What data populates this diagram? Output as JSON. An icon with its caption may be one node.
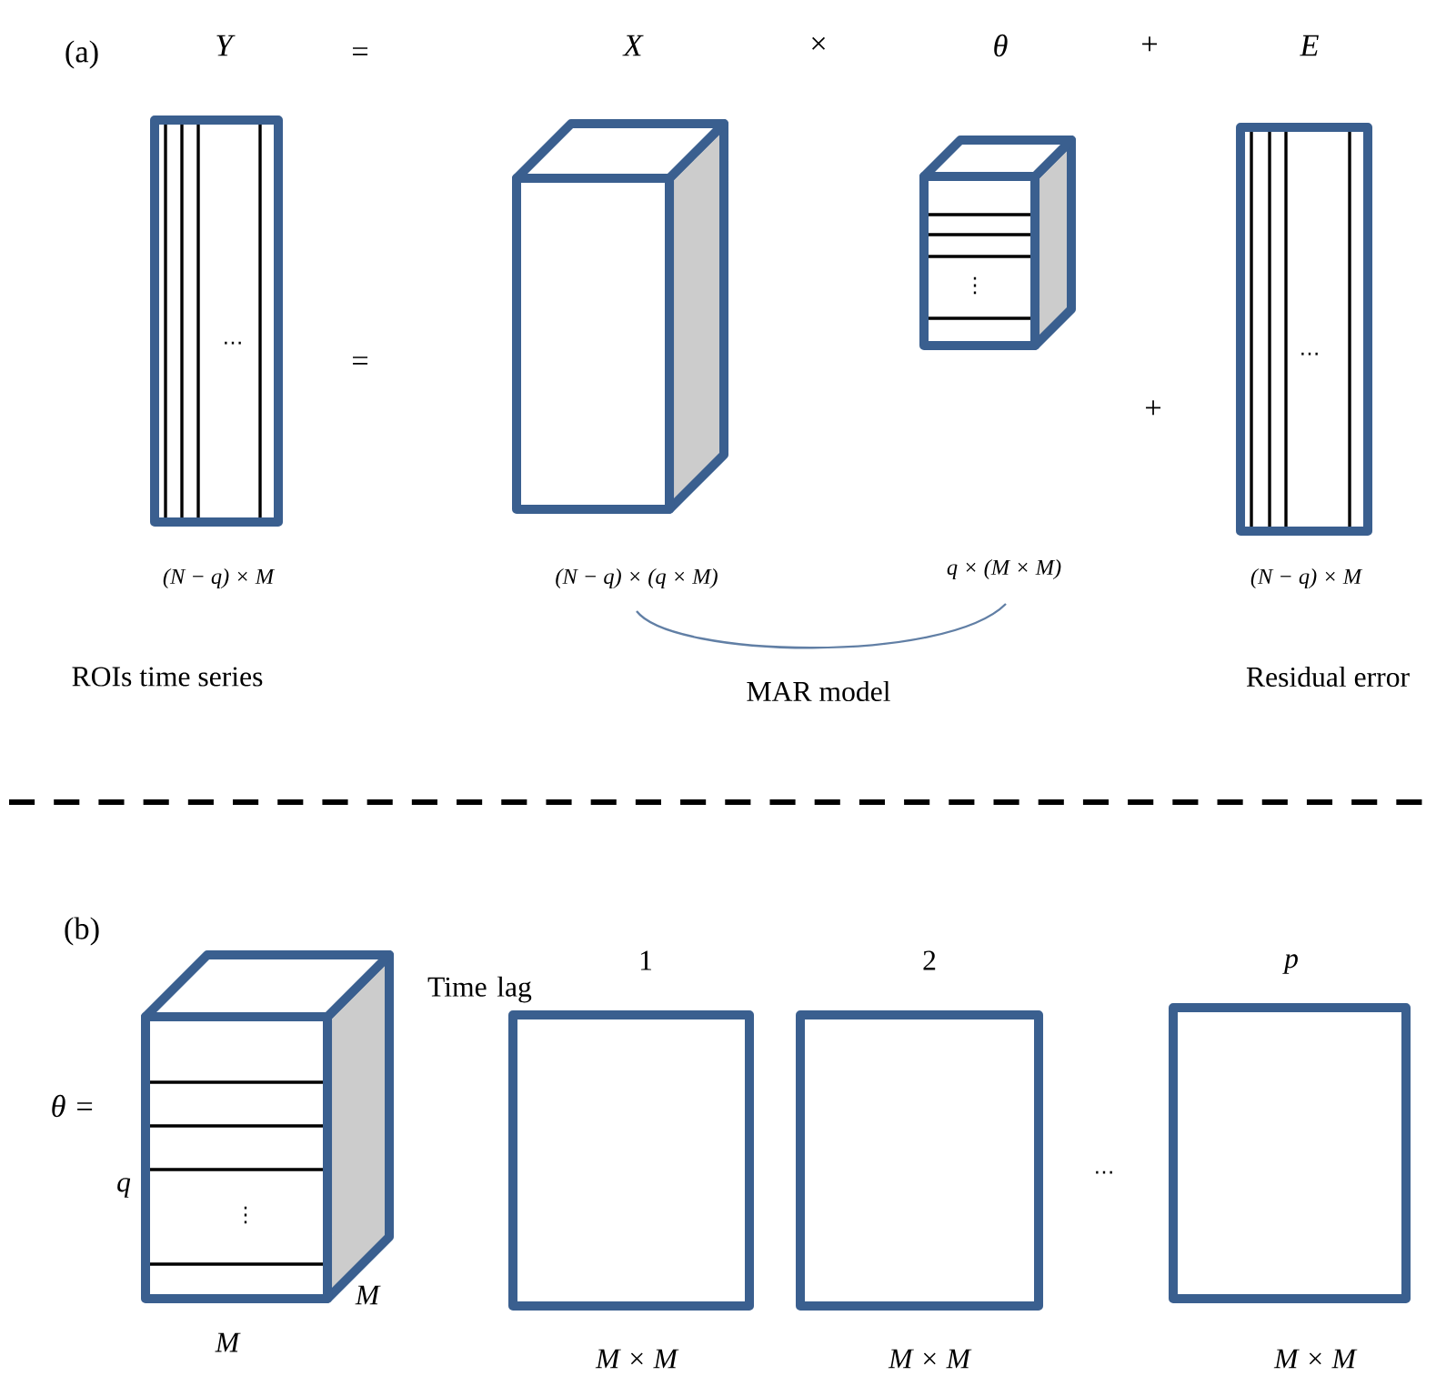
{
  "diagram": {
    "nodes": [
      {
        "text": [],
        "shape": "box"
      },
      {
        "text": [],
        "shape": "cuboid"
      },
      {
        "text": [],
        "shape": "cuboid"
      },
      {
        "text": [],
        "shape": "box"
      },
      {
        "text": [],
        "shape": "cuboid"
      },
      {
        "text": [],
        "shape": "box"
      },
      {
        "text": [],
        "shape": "box"
      },
      {
        "text": [],
        "shape": "box"
      }
    ],
    "labels": [
      "(a)",
      "Y",
      "=",
      "X",
      "×",
      "θ",
      "+",
      "E",
      "⋯",
      "=",
      "⋮",
      "+",
      "⋯",
      "(N − q) × M",
      "(N − q) × (q × M)",
      "q × (M × M)",
      "(N − q) × M",
      "ROIs time series",
      "MAR model",
      "Residual error",
      "(b)",
      "Time lag",
      "1",
      "2",
      "p",
      "θ =",
      "q",
      "⋮",
      "M",
      "M",
      "⋯",
      "M × M",
      "M × M",
      "M × M"
    ]
  }
}
